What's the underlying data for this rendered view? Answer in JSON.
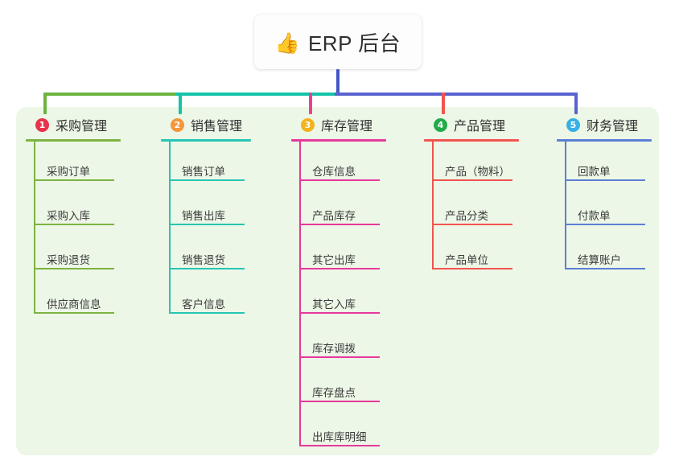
{
  "diagram": {
    "type": "mind-map",
    "background_color": "#ffffff",
    "panel_color": "#edf7e7"
  },
  "root": {
    "icon": "thumbs-up-icon",
    "emoji": "👍",
    "title": "ERP 后台",
    "stem_color": "#4556c4"
  },
  "connector": {
    "segments": [
      {
        "color": "#6cb33f",
        "label": "segment-green"
      },
      {
        "color": "#14c4a8",
        "label": "segment-teal"
      },
      {
        "color": "#5a62cf",
        "label": "segment-purple"
      }
    ]
  },
  "branches": [
    {
      "number": "1",
      "badge_color": "#e8334a",
      "line_color": "#7cb342",
      "drop_color": "#6cb33f",
      "title": "采购管理",
      "leaves": [
        {
          "label": "采购订单"
        },
        {
          "label": "采购入库"
        },
        {
          "label": "采购退货"
        },
        {
          "label": "供应商信息"
        }
      ]
    },
    {
      "number": "2",
      "badge_color": "#f5963c",
      "line_color": "#27c5b4",
      "drop_color": "#14c4a8",
      "title": "销售管理",
      "leaves": [
        {
          "label": "销售订单"
        },
        {
          "label": "销售出库"
        },
        {
          "label": "销售退货"
        },
        {
          "label": "客户信息"
        }
      ]
    },
    {
      "number": "3",
      "badge_color": "#f2b31c",
      "line_color": "#e6399b",
      "drop_color": "#ed3f94",
      "title": "库存管理",
      "leaves": [
        {
          "label": "仓库信息"
        },
        {
          "label": "产品库存"
        },
        {
          "label": "其它出库"
        },
        {
          "label": "其它入库"
        },
        {
          "label": "库存调拨"
        },
        {
          "label": "库存盘点"
        },
        {
          "label": "出库库明细"
        }
      ]
    },
    {
      "number": "4",
      "badge_color": "#22aa4b",
      "line_color": "#f2544f",
      "drop_color": "#f2544f",
      "title": "产品管理",
      "leaves": [
        {
          "label": "产品（物料）"
        },
        {
          "label": "产品分类"
        },
        {
          "label": "产品单位"
        }
      ]
    },
    {
      "number": "5",
      "badge_color": "#38b0e3",
      "line_color": "#5b7fd4",
      "drop_color": "#5a62cf",
      "title": "财务管理",
      "leaves": [
        {
          "label": "回款单"
        },
        {
          "label": "付款单"
        },
        {
          "label": "结算账户"
        }
      ]
    }
  ]
}
